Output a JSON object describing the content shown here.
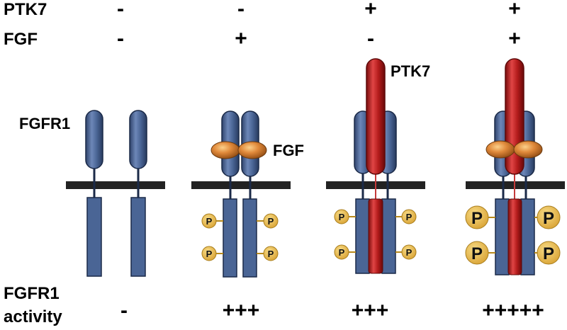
{
  "rows": {
    "ptk7_label": "PTK7",
    "fgf_label": "FGF",
    "activity_label_line1": "FGFR1",
    "activity_label_line2": "activity"
  },
  "conditions": [
    {
      "ptk7": "-",
      "fgf": "-",
      "activity": "-"
    },
    {
      "ptk7": "-",
      "fgf": "+",
      "activity": "+++"
    },
    {
      "ptk7": "+",
      "fgf": "-",
      "activity": "+++"
    },
    {
      "ptk7": "+",
      "fgf": "+",
      "activity": "+++++"
    }
  ],
  "molecule_labels": {
    "fgfr1": "FGFR1",
    "fgf": "FGF",
    "ptk7": "PTK7"
  },
  "phospho_label": "P",
  "colors": {
    "receptor": "#4a6595",
    "receptor_dark": "#2c3f66",
    "ptk7": "#b41c1c",
    "ptk7_dark": "#6e0c0c",
    "fgf": "#d9772e",
    "phospho": "#e8b84a",
    "membrane": "#222222"
  }
}
